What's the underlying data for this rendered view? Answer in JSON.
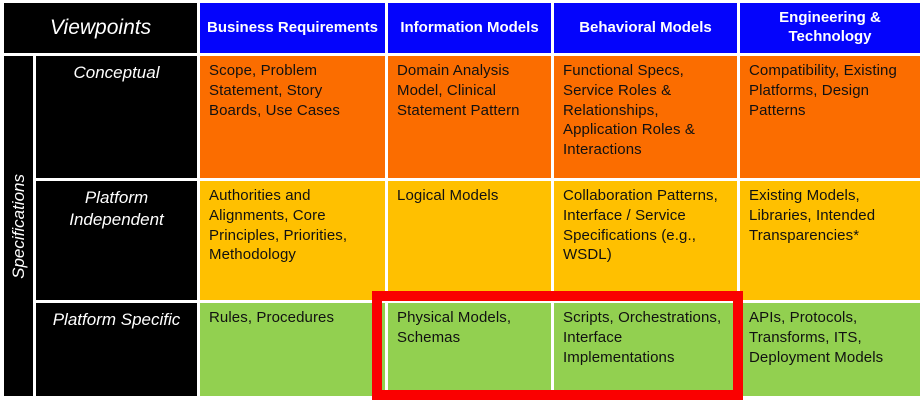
{
  "table": {
    "corner_label": "Viewpoints",
    "side_label": "Specifications",
    "columns": [
      "Business Requirements",
      "Information Models",
      "Behavioral Models",
      "Engineering & Technology"
    ],
    "rows": [
      {
        "label": "Conceptual",
        "cells": [
          "Scope, Problem Statement, Story Boards, Use Cases",
          "Domain Analysis Model, Clinical Statement Pattern",
          "Functional Specs, Service Roles & Relationships, Application Roles & Interactions",
          "Compatibility, Existing Platforms, Design Patterns"
        ]
      },
      {
        "label": "Platform Independent",
        "cells": [
          "Authorities and Alignments,  Core Principles, Priorities, Methodology",
          "Logical Models",
          "Collaboration Patterns, Interface / Service Specifications  (e.g., WSDL)",
          "Existing Models, Libraries, Intended Transparencies*"
        ]
      },
      {
        "label": "Platform Specific",
        "cells": [
          "Rules, Procedures",
          "Physical Models, Schemas",
          "Scripts, Orchestrations, Interface Implementations",
          "APIs, Protocols, Transforms, ITS, Deployment Models"
        ]
      }
    ],
    "colors": {
      "header_bg": "#0404FC",
      "conceptual_row_bg": "#FB6D00",
      "platform_independent_row_bg": "#FFC000",
      "platform_specific_row_bg": "#92D050",
      "label_bg": "#000000",
      "highlight_border": "#FA0000"
    },
    "highlight": {
      "row": "Platform Specific",
      "columns": [
        "Information Models",
        "Behavioral Models"
      ]
    }
  }
}
